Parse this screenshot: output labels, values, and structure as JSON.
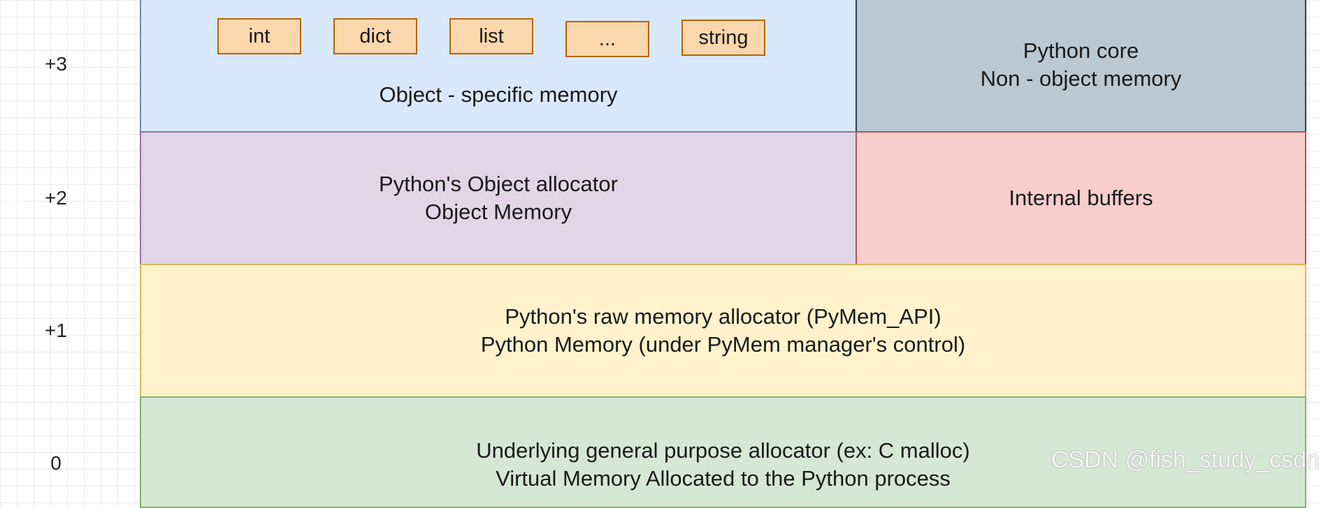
{
  "levels": [
    "+3",
    "+2",
    "+1",
    "0"
  ],
  "object_types": [
    "int",
    "dict",
    "list",
    "...",
    "string"
  ],
  "blocks": {
    "object_specific": {
      "label": "Object - specific memory"
    },
    "python_core": {
      "line1": "Python core",
      "line2": "Non - object memory"
    },
    "object_allocator": {
      "line1": "Python's Object allocator",
      "line2": "Object Memory"
    },
    "internal_buffers": {
      "label": "Internal buffers"
    },
    "raw_allocator": {
      "line1": "Python's raw memory allocator (PyMem_API)",
      "line2": "Python Memory (under PyMem manager's control)"
    },
    "general_allocator": {
      "line1": "Underlying general purpose allocator (ex: C malloc)",
      "line2": "Virtual Memory Allocated to the Python process"
    }
  },
  "watermark": "CSDN @fish_study_csdn",
  "colors": {
    "object_specific": "#dae8fc",
    "python_core": "#bac8d3",
    "object_allocator": "#e1d5e7",
    "internal_buffers": "#f8cecc",
    "raw_allocator": "#fff2cc",
    "general_allocator": "#d5e8d4",
    "type_box": "#fad7ac"
  }
}
